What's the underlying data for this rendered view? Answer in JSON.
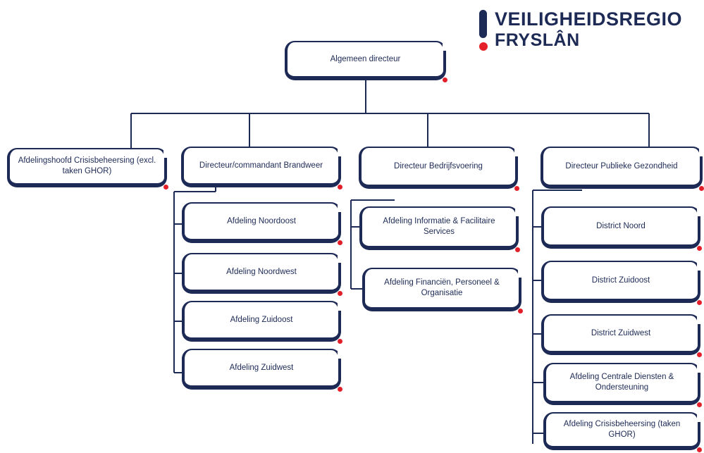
{
  "logo": {
    "line1": "VEILIGHEIDSREGIO",
    "line2": "FRYSLÂN",
    "colors": {
      "navy": "#1d2a55",
      "red": "#e3202a"
    }
  },
  "org_chart": {
    "top": "Algemeen directeur",
    "level2": [
      "Afdelingshoofd Crisisbeheersing (excl. taken GHOR)",
      "Directeur/commandant Brandweer",
      "Directeur Bedrijfsvoering",
      "Directeur Publieke Gezondheid"
    ],
    "brandweer": [
      "Afdeling Noordoost",
      "Afdeling Noordwest",
      "Afdeling Zuidoost",
      "Afdeling Zuidwest"
    ],
    "bedrijfsvoering": [
      "Afdeling Informatie & Facilitaire Services",
      "Afdeling Financiën, Personeel & Organisatie"
    ],
    "publieke_gezondheid": [
      "District Noord",
      "District Zuidoost",
      "District Zuidwest",
      "Afdeling Centrale Diensten & Ondersteuning",
      "Afdeling Crisisbeheersing (taken GHOR)"
    ]
  }
}
